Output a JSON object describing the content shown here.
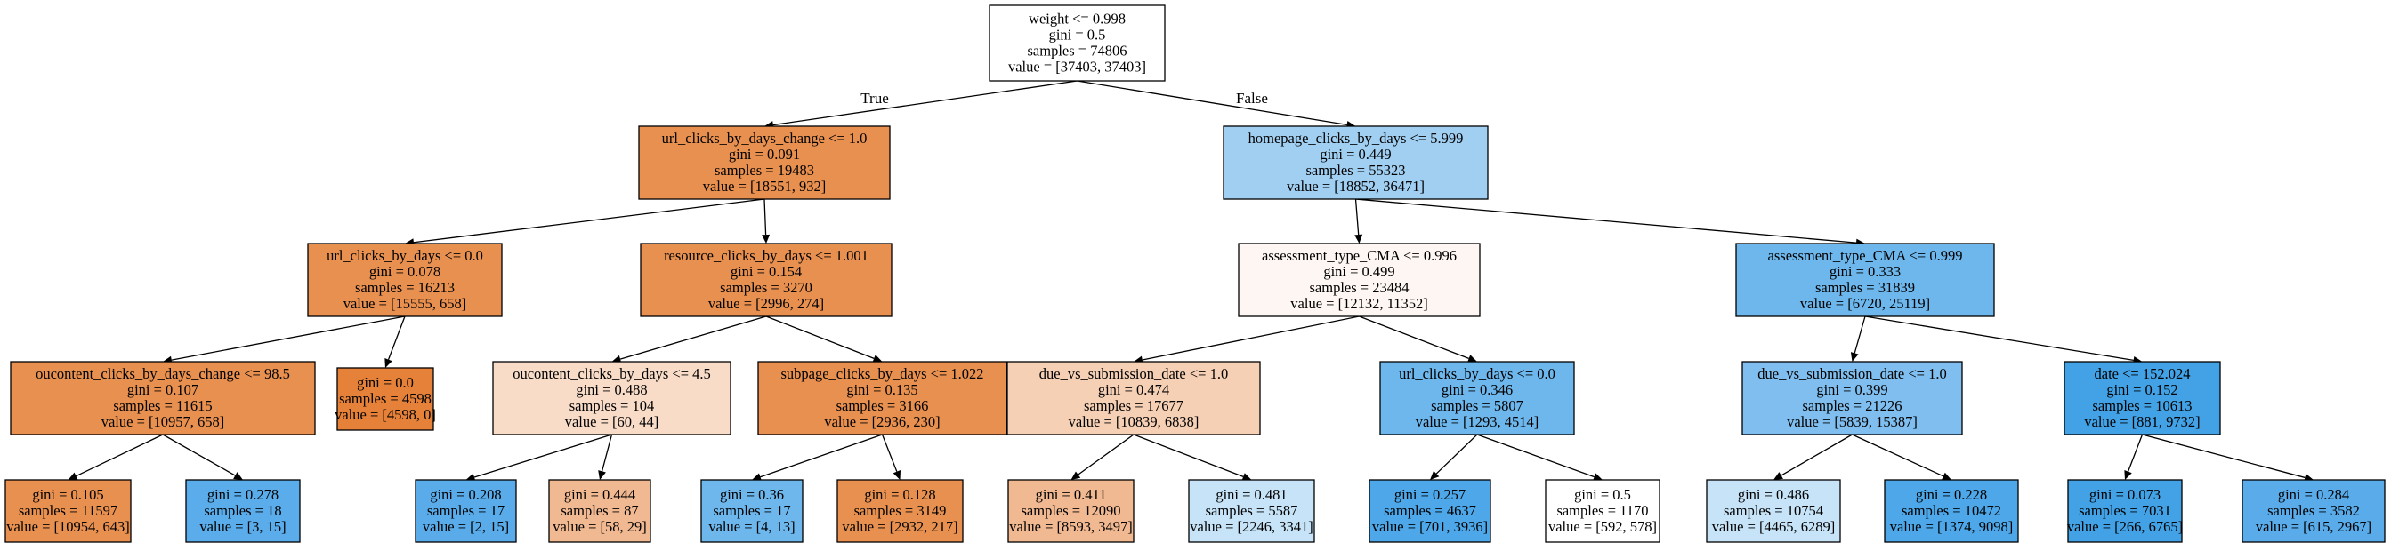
{
  "tree": {
    "root_branch_labels": {
      "true": "True",
      "false": "False"
    },
    "colors": {
      "white": "#ffffff",
      "orange_strong": "#e58139",
      "orange_mid": "#e89050",
      "orange_light": "#f1b991",
      "orange_pale": "#f6d0b4",
      "peach": "#f8dcc8",
      "cream": "#fdf6f2",
      "blue_light": "#a1cff2",
      "blue_pale": "#c6e3f7",
      "blue_mid": "#6eb7ec",
      "blue_soft": "#7fbeee",
      "blue_strong": "#4da7e8",
      "blue_deep": "#43a2e6",
      "blue_sky": "#5aacea",
      "blue_bright": "#59abe9"
    },
    "nodes": [
      {
        "id": "root",
        "fill": "white",
        "lines": [
          "weight <= 0.998",
          "gini = 0.5",
          "samples = 74806",
          "value = [37403, 37403]"
        ]
      },
      {
        "id": "n1",
        "fill": "orange_mid",
        "lines": [
          "url_clicks_by_days_change <= 1.0",
          "gini = 0.091",
          "samples = 19483",
          "value = [18551, 932]"
        ]
      },
      {
        "id": "n2",
        "fill": "blue_light",
        "lines": [
          "homepage_clicks_by_days <= 5.999",
          "gini = 0.449",
          "samples = 55323",
          "value = [18852, 36471]"
        ]
      },
      {
        "id": "n3",
        "fill": "orange_mid",
        "lines": [
          "url_clicks_by_days <= 0.0",
          "gini = 0.078",
          "samples = 16213",
          "value = [15555, 658]"
        ]
      },
      {
        "id": "n4",
        "fill": "orange_mid",
        "lines": [
          "resource_clicks_by_days <= 1.001",
          "gini = 0.154",
          "samples = 3270",
          "value = [2996, 274]"
        ]
      },
      {
        "id": "n5",
        "fill": "cream",
        "lines": [
          "assessment_type_CMA <= 0.996",
          "gini = 0.499",
          "samples = 23484",
          "value = [12132, 11352]"
        ]
      },
      {
        "id": "n6",
        "fill": "blue_mid",
        "lines": [
          "assessment_type_CMA <= 0.999",
          "gini = 0.333",
          "samples = 31839",
          "value = [6720, 25119]"
        ]
      },
      {
        "id": "n7",
        "fill": "orange_mid",
        "lines": [
          "oucontent_clicks_by_days_change <= 98.5",
          "gini = 0.107",
          "samples = 11615",
          "value = [10957, 658]"
        ]
      },
      {
        "id": "n8",
        "fill": "orange_strong",
        "lines": [
          "gini = 0.0",
          "samples = 4598",
          "value = [4598, 0]"
        ]
      },
      {
        "id": "n9",
        "fill": "peach",
        "lines": [
          "oucontent_clicks_by_days <= 4.5",
          "gini = 0.488",
          "samples = 104",
          "value = [60, 44]"
        ]
      },
      {
        "id": "n10",
        "fill": "orange_mid",
        "lines": [
          "subpage_clicks_by_days <= 1.022",
          "gini = 0.135",
          "samples = 3166",
          "value = [2936, 230]"
        ]
      },
      {
        "id": "n11",
        "fill": "orange_pale",
        "lines": [
          "due_vs_submission_date <= 1.0",
          "gini = 0.474",
          "samples = 17677",
          "value = [10839, 6838]"
        ]
      },
      {
        "id": "n12",
        "fill": "blue_mid",
        "lines": [
          "url_clicks_by_days <= 0.0",
          "gini = 0.346",
          "samples = 5807",
          "value = [1293, 4514]"
        ]
      },
      {
        "id": "n13",
        "fill": "blue_soft",
        "lines": [
          "due_vs_submission_date <= 1.0",
          "gini = 0.399",
          "samples = 21226",
          "value = [5839, 15387]"
        ]
      },
      {
        "id": "n14",
        "fill": "blue_deep",
        "lines": [
          "date <= 152.024",
          "gini = 0.152",
          "samples = 10613",
          "value = [881, 9732]"
        ]
      },
      {
        "id": "n15",
        "fill": "orange_mid",
        "lines": [
          "gini = 0.105",
          "samples = 11597",
          "value = [10954, 643]"
        ]
      },
      {
        "id": "n16",
        "fill": "blue_sky",
        "lines": [
          "gini = 0.278",
          "samples = 18",
          "value = [3, 15]"
        ]
      },
      {
        "id": "n17",
        "fill": "blue_bright",
        "lines": [
          "gini = 0.208",
          "samples = 17",
          "value = [2, 15]"
        ]
      },
      {
        "id": "n18",
        "fill": "orange_light",
        "lines": [
          "gini = 0.444",
          "samples = 87",
          "value = [58, 29]"
        ]
      },
      {
        "id": "n19",
        "fill": "blue_mid",
        "lines": [
          "gini = 0.36",
          "samples = 17",
          "value = [4, 13]"
        ]
      },
      {
        "id": "n20",
        "fill": "orange_mid",
        "lines": [
          "gini = 0.128",
          "samples = 3149",
          "value = [2932, 217]"
        ]
      },
      {
        "id": "n21",
        "fill": "orange_light",
        "lines": [
          "gini = 0.411",
          "samples = 12090",
          "value = [8593, 3497]"
        ]
      },
      {
        "id": "n22",
        "fill": "blue_pale",
        "lines": [
          "gini = 0.481",
          "samples = 5587",
          "value = [2246, 3341]"
        ]
      },
      {
        "id": "n23",
        "fill": "blue_strong",
        "lines": [
          "gini = 0.257",
          "samples = 4637",
          "value = [701, 3936]"
        ]
      },
      {
        "id": "n24",
        "fill": "white",
        "lines": [
          "gini = 0.5",
          "samples = 1170",
          "value = [592, 578]"
        ]
      },
      {
        "id": "n25",
        "fill": "blue_pale",
        "lines": [
          "gini = 0.486",
          "samples = 10754",
          "value = [4465, 6289]"
        ]
      },
      {
        "id": "n26",
        "fill": "blue_strong",
        "lines": [
          "gini = 0.228",
          "samples = 10472",
          "value = [1374, 9098]"
        ]
      },
      {
        "id": "n27",
        "fill": "blue_deep",
        "lines": [
          "gini = 0.073",
          "samples = 7031",
          "value = [266, 6765]"
        ]
      },
      {
        "id": "n28",
        "fill": "blue_bright",
        "lines": [
          "gini = 0.284",
          "samples = 3582",
          "value = [615, 2967]"
        ]
      }
    ],
    "edges": [
      [
        "root",
        "n1"
      ],
      [
        "root",
        "n2"
      ],
      [
        "n1",
        "n3"
      ],
      [
        "n1",
        "n4"
      ],
      [
        "n2",
        "n5"
      ],
      [
        "n2",
        "n6"
      ],
      [
        "n3",
        "n7"
      ],
      [
        "n3",
        "n8"
      ],
      [
        "n4",
        "n9"
      ],
      [
        "n4",
        "n10"
      ],
      [
        "n5",
        "n11"
      ],
      [
        "n5",
        "n12"
      ],
      [
        "n6",
        "n13"
      ],
      [
        "n6",
        "n14"
      ],
      [
        "n7",
        "n15"
      ],
      [
        "n7",
        "n16"
      ],
      [
        "n9",
        "n17"
      ],
      [
        "n9",
        "n18"
      ],
      [
        "n10",
        "n19"
      ],
      [
        "n10",
        "n20"
      ],
      [
        "n11",
        "n21"
      ],
      [
        "n11",
        "n22"
      ],
      [
        "n12",
        "n23"
      ],
      [
        "n12",
        "n24"
      ],
      [
        "n13",
        "n25"
      ],
      [
        "n13",
        "n26"
      ],
      [
        "n14",
        "n27"
      ],
      [
        "n14",
        "n28"
      ]
    ]
  }
}
